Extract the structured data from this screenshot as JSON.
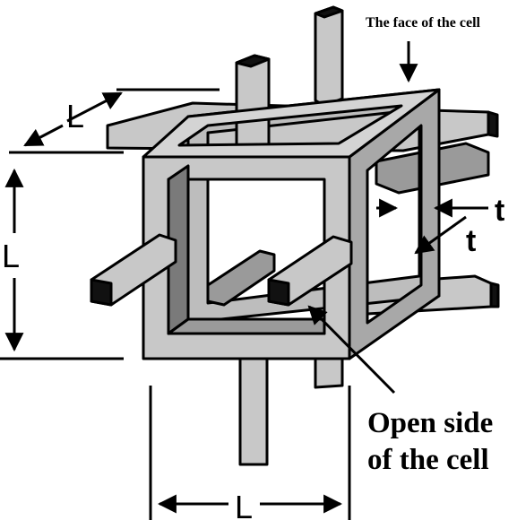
{
  "diagram": {
    "face_label": "The face of the cell",
    "open_side_line1": "Open side",
    "open_side_line2": "of the cell",
    "length_symbol": "L",
    "thickness_symbol": "t"
  },
  "colors": {
    "strut_face": "#c8c8c8",
    "strut_side": "#8a8a8a",
    "strut_dark": "#5e5e5e",
    "strut_end": "#111111",
    "outline": "#000000",
    "background": "#ffffff"
  }
}
